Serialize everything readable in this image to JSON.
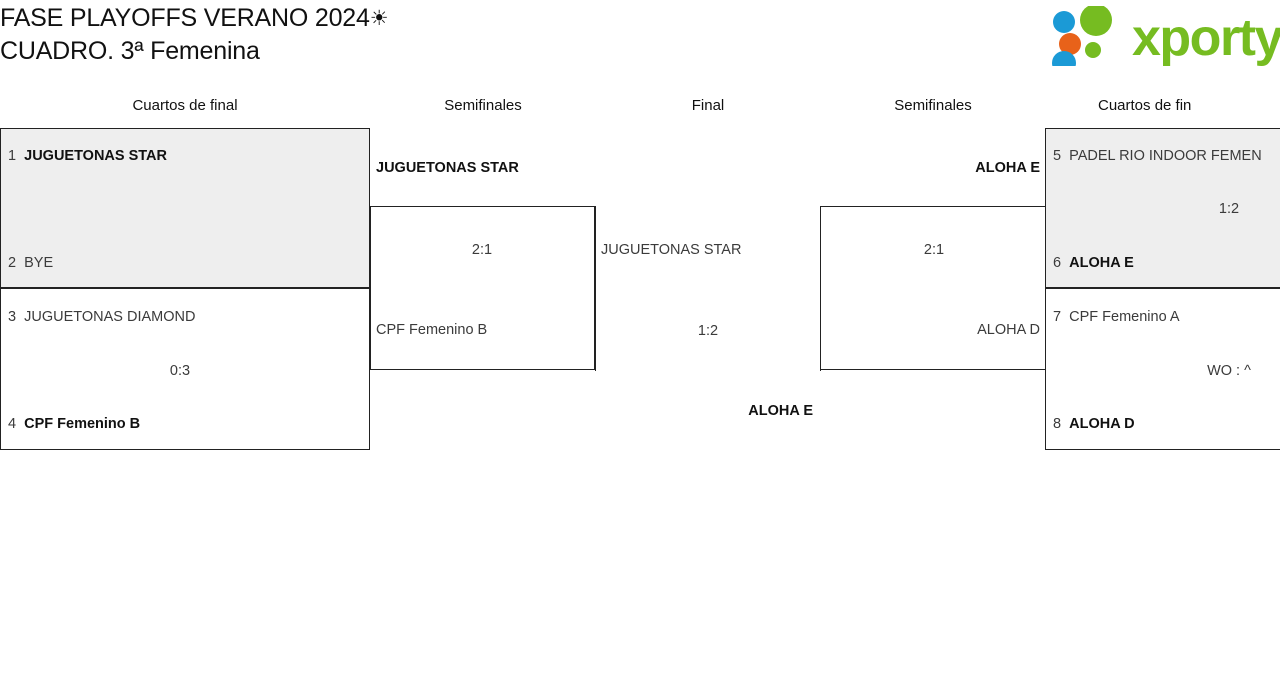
{
  "header": {
    "title_line1": "FASE PLAYOFFS VERANO 2024",
    "sun_icon": "☀",
    "title_line2": "CUADRO. 3ª Femenina",
    "logo_text": "xporty",
    "logo_green": "#76bc21",
    "logo_blue": "#1b9ad6",
    "logo_orange": "#e8621a"
  },
  "columns": {
    "qf_left": "Cuartos de final",
    "sf_left": "Semifinales",
    "final": "Final",
    "sf_right": "Semifinales",
    "qf_right": "Cuartos de fin"
  },
  "bracket": {
    "qf_left": [
      {
        "shaded": true,
        "top": {
          "seed": "1",
          "team": "JUGUETONAS STAR",
          "winner": true
        },
        "bottom": {
          "seed": "2",
          "team": "BYE",
          "winner": false
        },
        "score": ""
      },
      {
        "shaded": false,
        "top": {
          "seed": "3",
          "team": "JUGUETONAS DIAMOND",
          "winner": false
        },
        "bottom": {
          "seed": "4",
          "team": "CPF Femenino B",
          "winner": true
        },
        "score": "0:3"
      }
    ],
    "sf_left": {
      "top": {
        "team": "JUGUETONAS STAR",
        "winner": true
      },
      "bottom": {
        "team": "CPF Femenino B",
        "winner": false
      },
      "score": "2:1"
    },
    "final": {
      "top": {
        "team": "JUGUETONAS STAR",
        "winner": false
      },
      "bottom": {
        "team": "ALOHA E",
        "winner": true
      },
      "score": "1:2"
    },
    "sf_right": {
      "top": {
        "team": "ALOHA E",
        "winner": true
      },
      "bottom": {
        "team": "ALOHA D",
        "winner": false
      },
      "score": "2:1"
    },
    "qf_right": [
      {
        "shaded": true,
        "top": {
          "seed": "5",
          "team": "PADEL RIO INDOOR FEMEN",
          "winner": false
        },
        "bottom": {
          "seed": "6",
          "team": "ALOHA E",
          "winner": true
        },
        "score": "1:2"
      },
      {
        "shaded": false,
        "top": {
          "seed": "7",
          "team": "CPF Femenino A",
          "winner": false
        },
        "bottom": {
          "seed": "8",
          "team": "ALOHA D",
          "winner": true
        },
        "score": "WO : ^"
      }
    ]
  }
}
